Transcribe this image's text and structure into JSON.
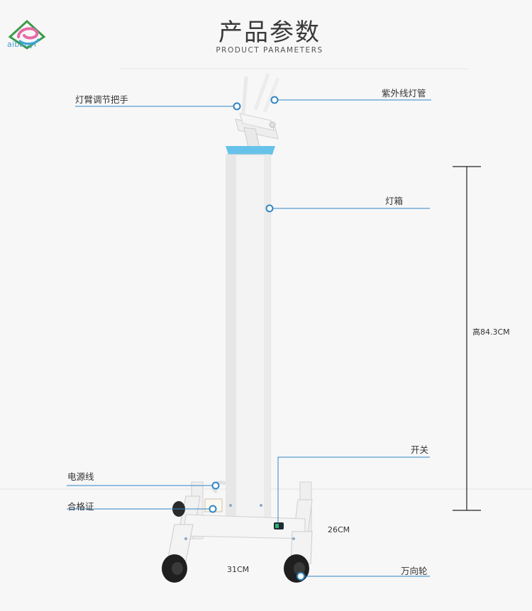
{
  "brand": {
    "logo_text": "aibaoyl"
  },
  "header": {
    "title_cn": "产品参数",
    "title_en": "PRODUCT PARAMETERS"
  },
  "callouts": {
    "arm_handle": "灯臂调节把手",
    "uv_tube": "紫外线灯管",
    "lamp_box": "灯箱",
    "switch": "开关",
    "power_cord": "电源线",
    "certificate": "合格证",
    "caster": "万向轮"
  },
  "dimensions": {
    "height": "高84.3CM",
    "depth": "26CM",
    "width": "31CM"
  },
  "colors": {
    "accent": "#2f86c3",
    "frame": "#f2f2f2",
    "bracket": "#67c2ea"
  }
}
